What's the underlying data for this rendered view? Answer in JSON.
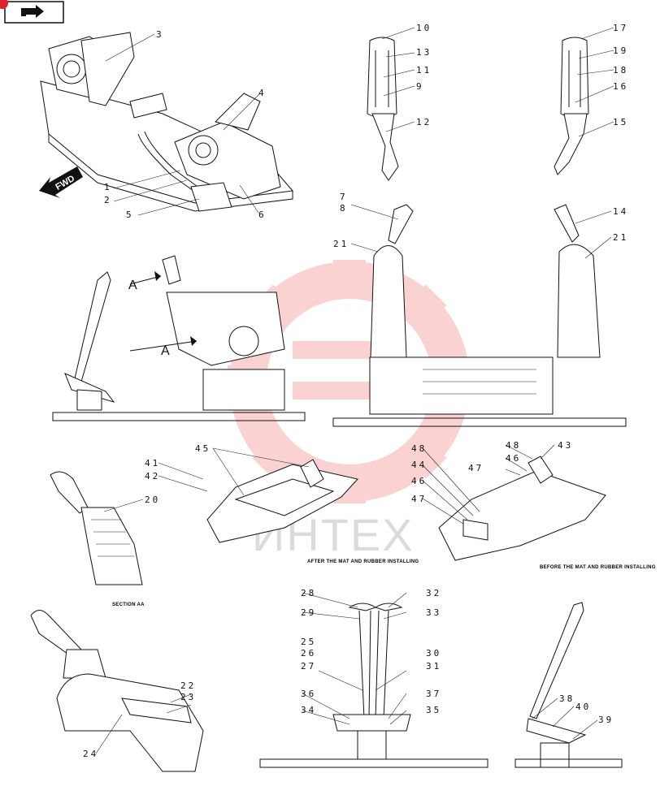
{
  "nav_button": {
    "icon": "return-arrow-icon"
  },
  "watermark": {
    "text": "ИНТЕХ",
    "color": "#f05050"
  },
  "labels": {
    "fwd": "FWD",
    "view_a": "A",
    "section_aa": "SECTION AA",
    "after_mat": "AFTER THE MAT AND RUBBER INSTALLING",
    "before_mat": "BEFORE THE MAT AND RUBBER INSTALLING"
  },
  "callouts": [
    "1",
    "2",
    "3",
    "4",
    "5",
    "6",
    "7",
    "8",
    "9",
    "10",
    "11",
    "12",
    "13",
    "14",
    "15",
    "16",
    "17",
    "18",
    "19",
    "20",
    "21",
    "21",
    "22",
    "23",
    "24",
    "25",
    "26",
    "27",
    "28",
    "29",
    "30",
    "31",
    "32",
    "33",
    "34",
    "35",
    "36",
    "37",
    "38",
    "39",
    "40",
    "41",
    "42",
    "43",
    "44",
    "45",
    "46",
    "46",
    "47",
    "47",
    "48",
    "48"
  ]
}
